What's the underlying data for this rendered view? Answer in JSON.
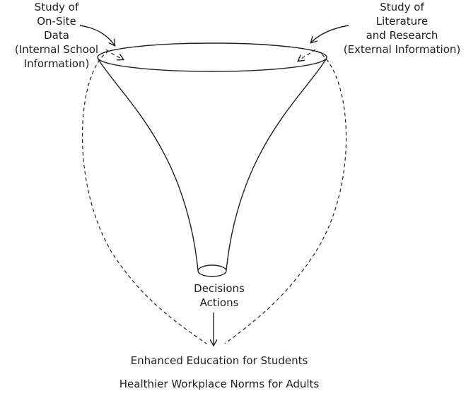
{
  "inputs": {
    "left": {
      "lines": [
        "Study of",
        "On-Site",
        "Data",
        "(Internal School",
        "Information)"
      ]
    },
    "right": {
      "lines": [
        "Study of",
        "Literature",
        "and Research",
        "(External Information)"
      ]
    }
  },
  "funnel_output": {
    "lines": [
      "Decisions",
      "Actions"
    ]
  },
  "outcomes": [
    "Enhanced Education for Students",
    "Healthier Workplace Norms for Adults"
  ],
  "colors": {
    "line": "#222222",
    "background": "#ffffff"
  }
}
